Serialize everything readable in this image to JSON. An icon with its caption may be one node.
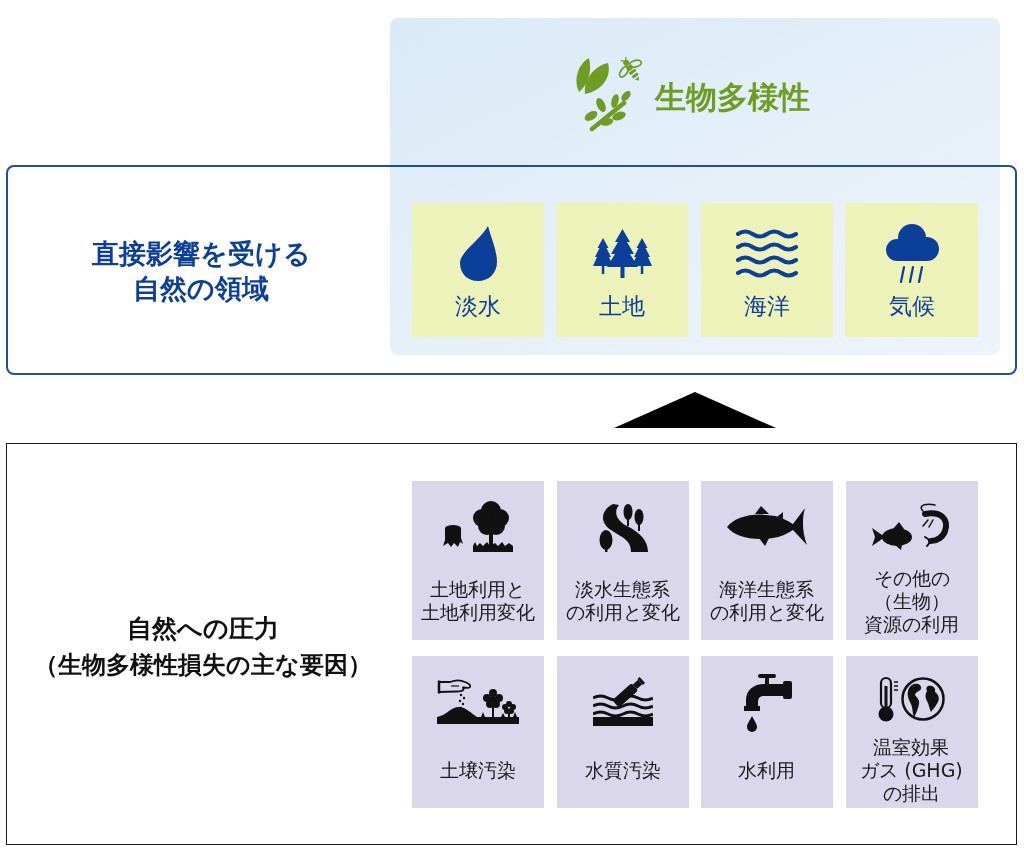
{
  "diagram": {
    "nodes": [
      {
        "text": [
          "生物多様性"
        ]
      },
      {
        "text": [
          "直接影響を受ける自然の領域"
        ]
      },
      {
        "text": [
          "淡水"
        ]
      },
      {
        "text": [
          "土地"
        ]
      },
      {
        "text": [
          "海洋"
        ]
      },
      {
        "text": [
          "気候"
        ]
      },
      {
        "text": [
          "自然への圧力",
          "（生物多様性損失の主な要因）"
        ]
      },
      {
        "text": [
          "土地利用と土地利用変化"
        ],
        "in": 6
      },
      {
        "text": [
          "淡水生態系の利用と変化"
        ],
        "in": 6
      },
      {
        "text": [
          "海洋生態系の利用と変化"
        ],
        "in": 6
      },
      {
        "text": [
          "その他の（生物）資源の利用"
        ],
        "in": 6
      },
      {
        "text": [
          "土壌汚染"
        ],
        "in": 6
      },
      {
        "text": [
          "水質汚染"
        ],
        "in": 6
      },
      {
        "text": [
          "水利用"
        ],
        "in": 6
      },
      {
        "text": [
          "温室効果ガス (GHG)の排出"
        ],
        "in": 6
      }
    ],
    "edges": [
      {
        "from": 6,
        "to": 1,
        "arrow": "to"
      }
    ]
  }
}
